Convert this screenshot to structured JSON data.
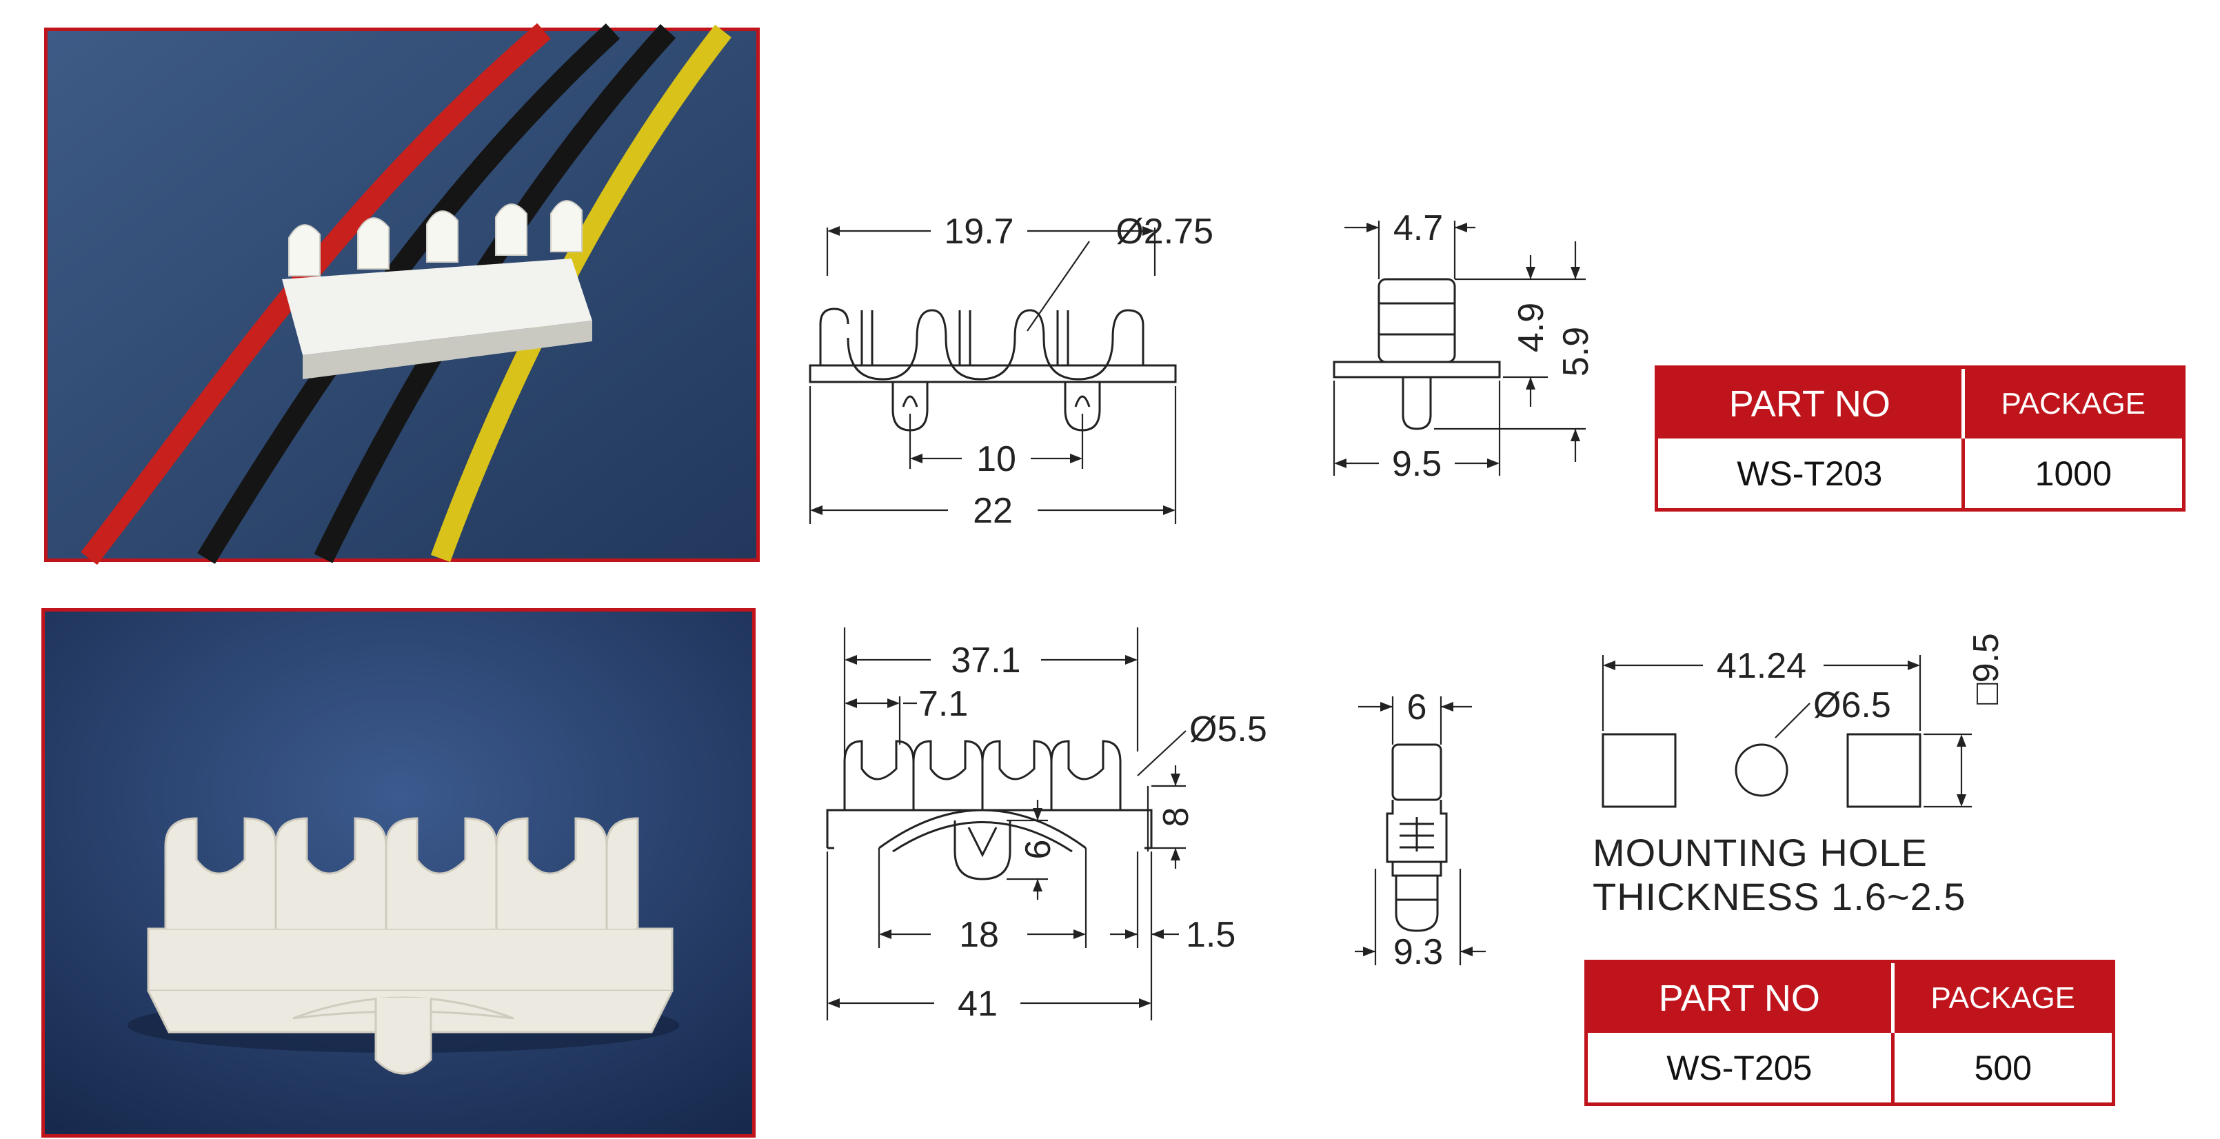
{
  "top": {
    "drawing_front": {
      "labels": {
        "width_top": "19.7",
        "hole_dia": "Ø2.75",
        "pitch": "10",
        "overall": "22"
      }
    },
    "drawing_side": {
      "labels": {
        "top_width": "4.7",
        "h1": "4.9",
        "h2": "5.9",
        "base": "9.5"
      }
    },
    "table": {
      "col1_header": "PART NO",
      "col2_header": "PACKAGE",
      "part_no": "WS-T203",
      "package": "1000"
    }
  },
  "bottom": {
    "drawing_front": {
      "labels": {
        "overall_top": "37.1",
        "pitch": "7.1",
        "hole_dia": "Ø5.5",
        "height": "8",
        "pin": "6",
        "arc": "18",
        "edge": "1.5",
        "overall": "41"
      }
    },
    "drawing_side": {
      "labels": {
        "top_width": "6",
        "base": "9.3"
      }
    },
    "mounting": {
      "labels": {
        "spacing": "41.24",
        "hole": "Ø6.5",
        "square": "□9.5"
      },
      "note_line1": "MOUNTING  HOLE",
      "note_line2": "THICKNESS  1.6~2.5"
    },
    "table": {
      "col1_header": "PART NO",
      "col2_header": "PACKAGE",
      "part_no": "WS-T205",
      "package": "500"
    }
  },
  "colors": {
    "accent": "#c0141c",
    "photo_bg": "#2c4670"
  }
}
